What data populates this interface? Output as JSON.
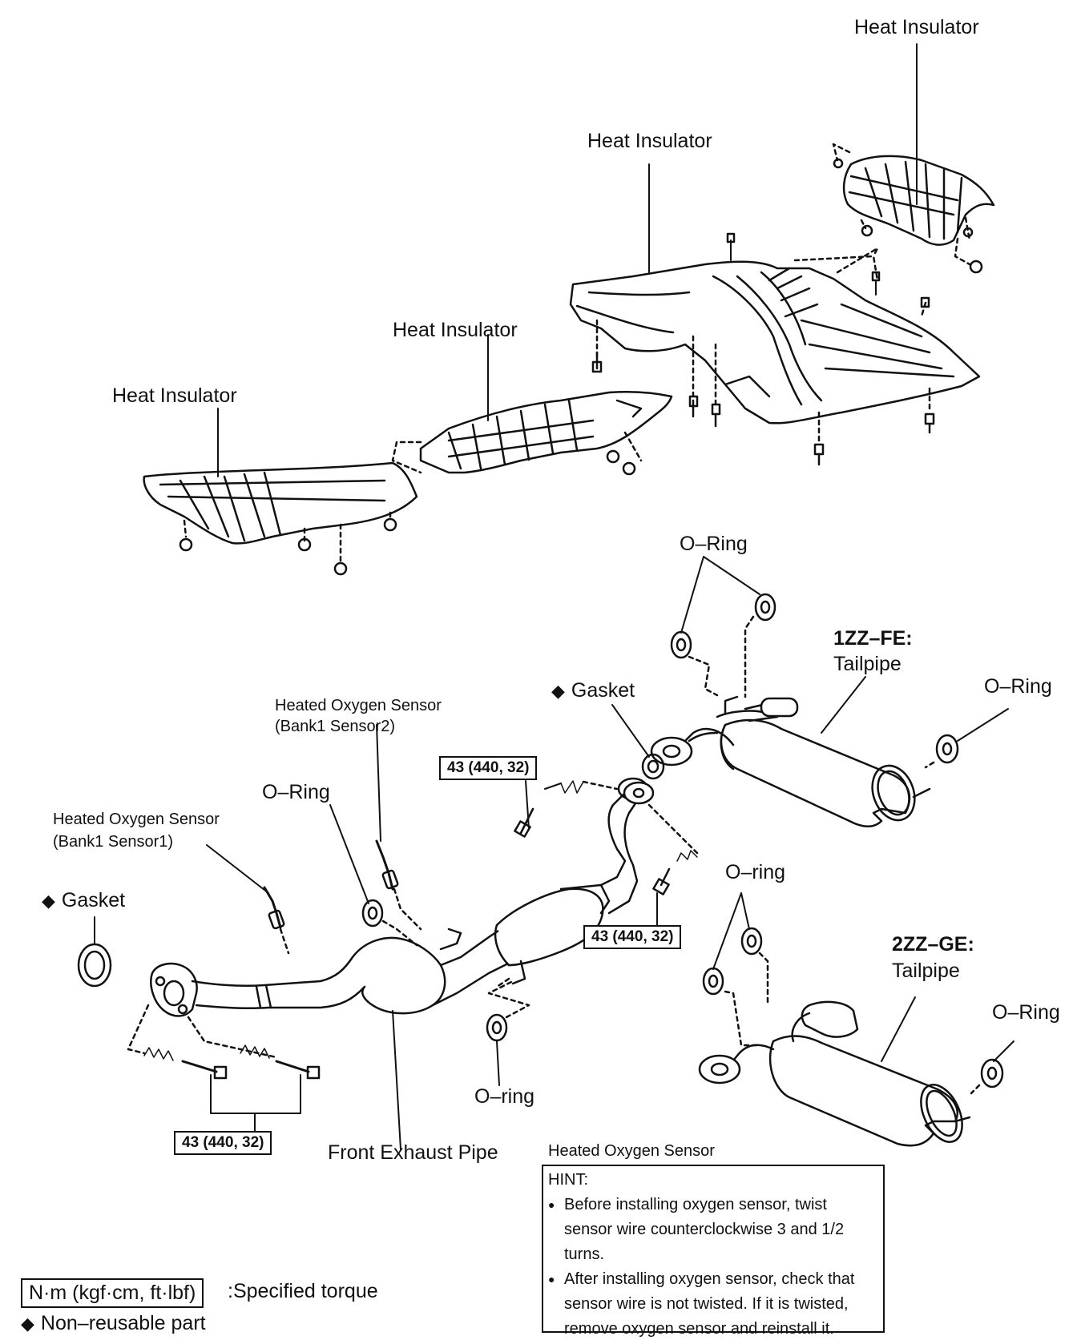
{
  "labels": {
    "heat_insulator_top_right": "Heat Insulator",
    "heat_insulator_center": "Heat Insulator",
    "heat_insulator_middle": "Heat Insulator",
    "heat_insulator_left": "Heat Insulator",
    "oring_top": "O–Ring",
    "engine_1zz": "1ZZ–FE:",
    "tailpipe_1zz": "Tailpipe",
    "oring_right_1zz": "O–Ring",
    "gasket_center": "Gasket",
    "hos_bank1_sensor2_line1": "Heated Oxygen Sensor",
    "hos_bank1_sensor2_line2": "(Bank1 Sensor2)",
    "oring_mid": "O–Ring",
    "hos_bank1_sensor1_line1": "Heated Oxygen Sensor",
    "hos_bank1_sensor1_line2": "(Bank1 Sensor1)",
    "gasket_left": "Gasket",
    "oring_2zz_top": "O–ring",
    "engine_2zz": "2ZZ–GE:",
    "tailpipe_2zz": "Tailpipe",
    "oring_right_2zz": "O–Ring",
    "oring_bottom": "O–ring",
    "front_exhaust_pipe": "Front Exhaust Pipe",
    "heated_oxygen_sensor_hint_title": "Heated Oxygen Sensor"
  },
  "torque": {
    "upper_flange": "43 (440, 32)",
    "lower_flange": "43 (440, 32)",
    "front_flange": "43 (440, 32)"
  },
  "hint": {
    "title": "HINT:",
    "items": [
      "Before installing oxygen sensor, twist sensor wire counterclockwise 3 and 1/2 turns.",
      "After installing oxygen sensor, check that sensor wire is not twisted. If it is twisted, remove oxygen sensor and reinstall it."
    ]
  },
  "legend": {
    "torque_box": "N·m (kgf·cm, ft·lbf)",
    "torque_desc": ":Specified torque",
    "non_reusable_symbol": "◆",
    "non_reusable_desc": "Non–reusable part"
  },
  "symbols": {
    "diamond": "◆"
  }
}
